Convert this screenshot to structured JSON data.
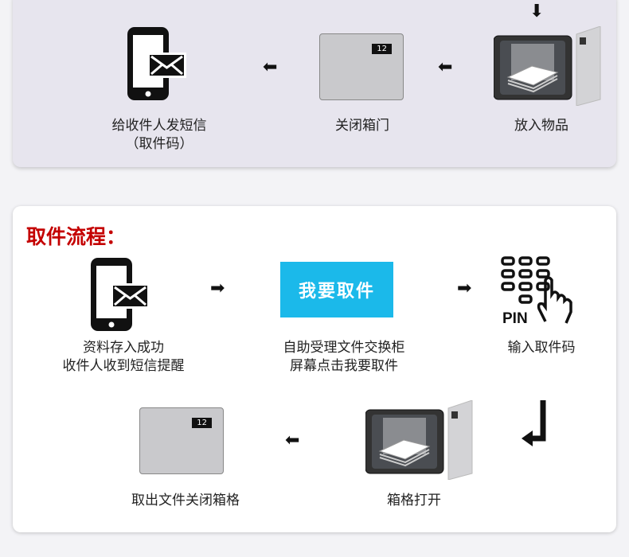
{
  "deposit": {
    "steps": [
      {
        "label": "放入物品"
      },
      {
        "label": "关闭箱门",
        "box_number": "12"
      },
      {
        "label_line1": "给收件人发短信",
        "label_line2": "（取件码）"
      }
    ]
  },
  "pickup": {
    "title": "取件流程：",
    "steps": [
      {
        "label_line1": "资料存入成功",
        "label_line2": "收件人收到短信提醒"
      },
      {
        "button": "我要取件",
        "label_line1": "自助受理文件交换柜",
        "label_line2": "屏幕点击我要取件"
      },
      {
        "pin_text": "PIN",
        "label": "输入取件码"
      },
      {
        "label": "箱格打开"
      },
      {
        "box_number": "12",
        "label": "取出文件关闭箱格"
      }
    ]
  }
}
